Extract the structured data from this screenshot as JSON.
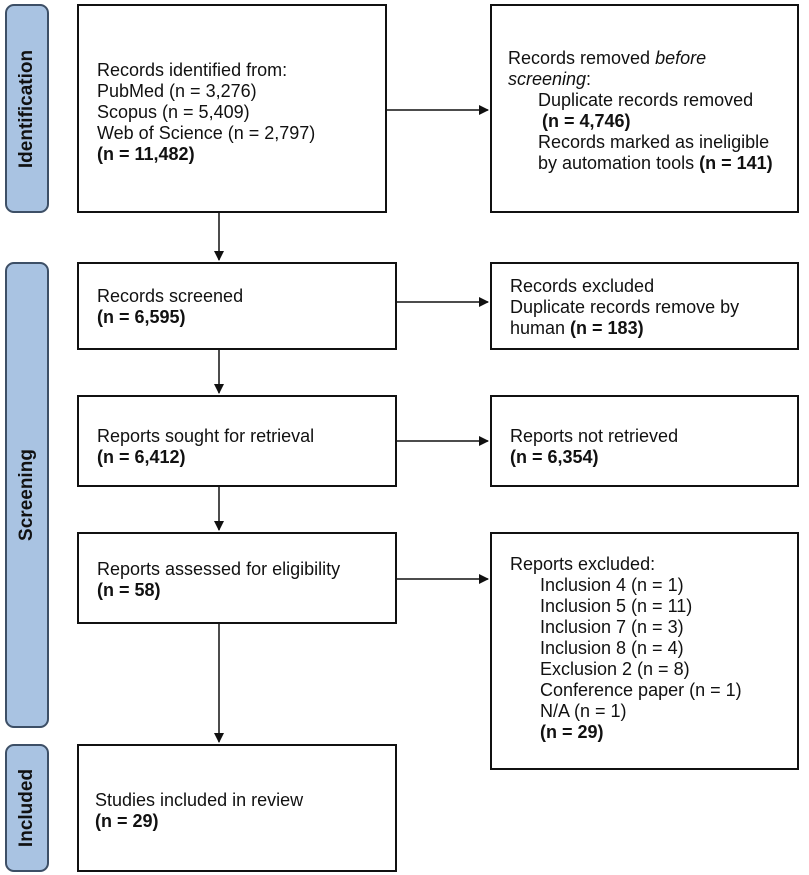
{
  "phases": {
    "identification": "Identification",
    "screening": "Screening",
    "included": "Included"
  },
  "identified": {
    "heading": "Records identified from:",
    "pubmed": "PubMed (n = 3,276)",
    "scopus": "Scopus (n = 5,409)",
    "wos": "Web of Science (n = 2,797)",
    "total": "(n = 11,482)"
  },
  "removed": {
    "line1": "Records removed ",
    "line1_italic": "before",
    "line2_italic": "screening",
    "line2_tail": ":",
    "dup_label": "Duplicate records removed",
    "dup_count": "(n = 4,746)",
    "auto_label_1": "Records marked as ineligible",
    "auto_label_2": "by automation tools ",
    "auto_count": "(n = 141)"
  },
  "screened": {
    "label": "Records screened",
    "count": "(n = 6,595)"
  },
  "excluded": {
    "line1": "Records excluded",
    "line2": "Duplicate records remove by",
    "line3": "human ",
    "count": "(n = 183)"
  },
  "sought": {
    "label": "Reports sought for retrieval",
    "count": "(n = 6,412)"
  },
  "not_retrieved": {
    "label": "Reports not retrieved",
    "count": "(n = 6,354)"
  },
  "assessed": {
    "label": "Reports assessed for eligibility",
    "count": "(n = 58)"
  },
  "reports_excluded": {
    "heading": "Reports excluded:",
    "items": [
      "Inclusion 4 (n = 1)",
      "Inclusion 5 (n = 11)",
      "Inclusion 7 (n = 3)",
      "Inclusion 8 (n = 4)",
      "Exclusion 2 (n = 8)",
      "Conference paper (n = 1)",
      "N/A (n = 1)"
    ],
    "total": "(n = 29)"
  },
  "included": {
    "label": "Studies included in review",
    "count": "(n = 29)"
  }
}
